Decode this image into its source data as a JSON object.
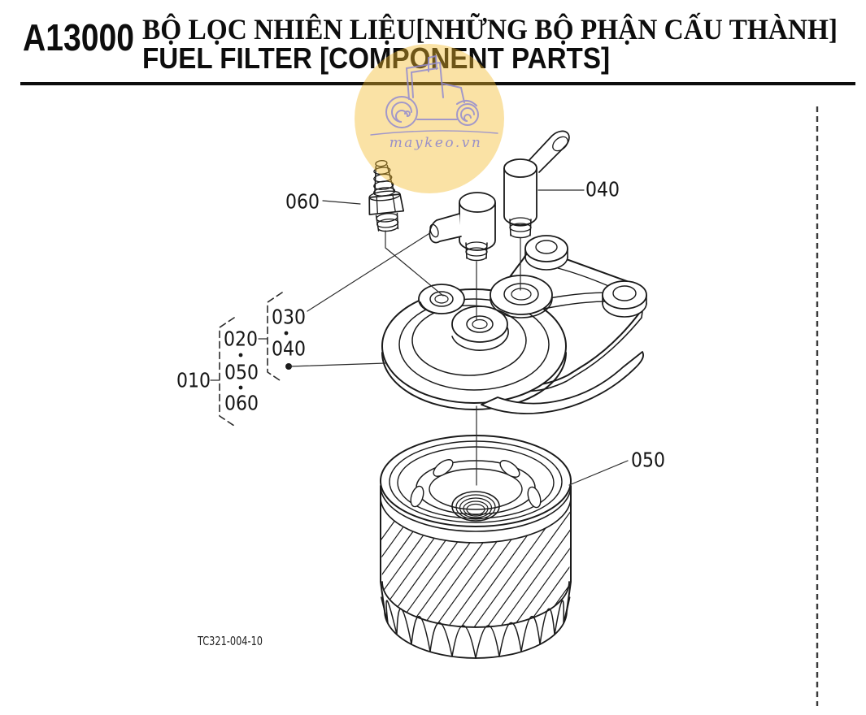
{
  "header": {
    "code": "A13000",
    "title_line1": "BỘ LỌC NHIÊN LIỆU[NHỮNG BỘ PHẬN CẤU THÀNH]",
    "title_line2": "FUEL FILTER [COMPONENT PARTS]"
  },
  "watermark": {
    "site": "maykeo.vn",
    "circle_color": "#F2BA28",
    "line_color": "#938CD0"
  },
  "drawing": {
    "figure_code": "TC321-004-10",
    "callouts": {
      "hose_joint_top": "060",
      "joint_top_right": "040",
      "elbow_label": "030",
      "group_parent": "010",
      "group_item_body": "020",
      "sub_item_a": "030",
      "sub_item_b": "040",
      "group_item_filter": "050",
      "group_item_joint": "060",
      "cartridge_label": "050"
    }
  }
}
